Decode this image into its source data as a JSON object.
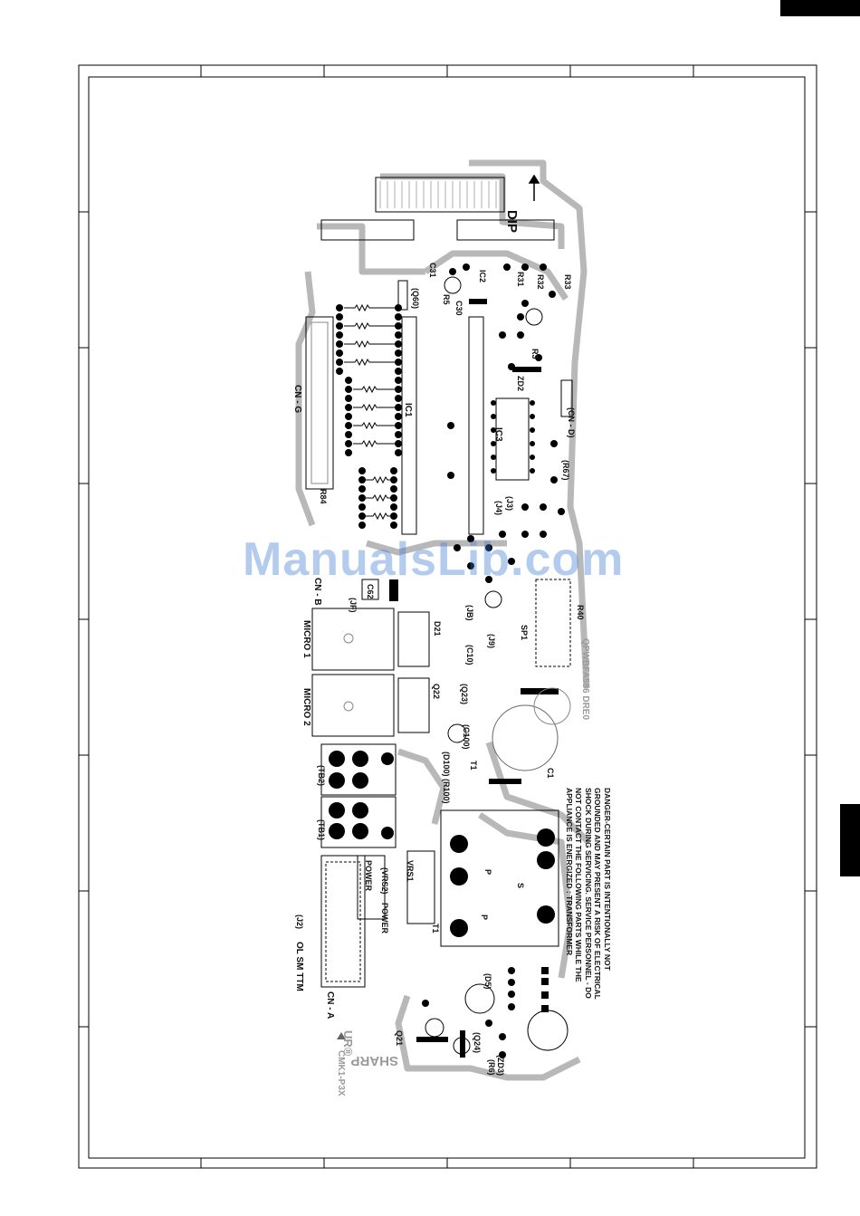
{
  "watermark": "ManualsLib.com",
  "labels": {
    "dip": "DIP",
    "cn_g": "CN - G",
    "cn_b": "CN - B",
    "cn_a": "CN - A",
    "cn_d": "(CN - D)",
    "micro1": "MICRO 1",
    "micro2": "MICRO 2",
    "ic1": "IC1",
    "ic2": "IC2",
    "ic3": "IC3",
    "q60": "(Q60)",
    "q21": "Q21",
    "q22": "Q22",
    "q23": "(Q23)",
    "d21": "D21",
    "d5": "(D5)",
    "d100": "(D100)",
    "r31": "R31",
    "r32": "R32",
    "r33": "R33",
    "r3": "R3",
    "r5": "R5",
    "r40": "R40",
    "r84": "R84",
    "r100": "(R100)",
    "r67": "(R67)",
    "r6": "(R6)",
    "c31": "C31",
    "c30": "C30",
    "c62": "C62",
    "c100": "(C100)",
    "c10": "(C10)",
    "c1": "C1",
    "zd2": "ZD2",
    "zd3": "(ZD3)",
    "sp1": "SP1",
    "t1a": "T1",
    "t1b": "T1",
    "tb1": "(TB1)",
    "tb2": "(TB2)",
    "vrs1": "VRS1",
    "vrs2": "(VRS2)",
    "power1": "POWER",
    "power2": "POWER",
    "j2": "(J2)",
    "jf": "(JF)",
    "j3": "(J3)",
    "j4": "(J4)",
    "j9": "(J9)",
    "jb": "(JB)",
    "ol_sm_ttm": "OL  SM  TTM",
    "q24": "(Q24)",
    "pcb_code": "QPWBFA596 DRE0",
    "ur_mark": "UR®",
    "cmk": "CMK1-P3X",
    "brand": "SHARP",
    "p1": "P",
    "p2": "P",
    "s1": "S"
  },
  "danger_text": "DANGER-CERTAIN PART IS INTENTIONALLY NOT GROUNDED AND MAY PRESENT A RISK OF ELECTRICAL SHOCK DURING SERVICING. SERVICE PERSONNEL - DO NOT CONTACT THE FOLLOWING PARTS WHILE THE APPLIANCE IS ENERGIZED : TRANSFORMER"
}
